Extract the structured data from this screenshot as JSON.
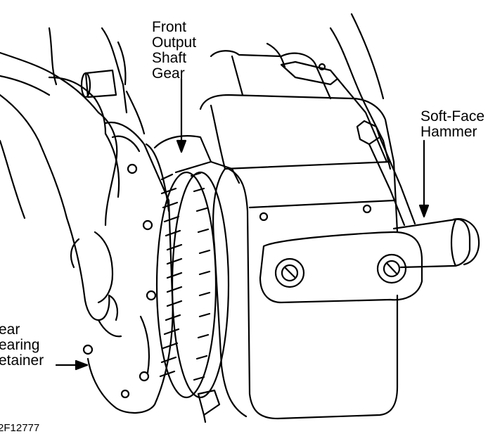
{
  "labels": {
    "front_output_shaft_gear": [
      "Front",
      "Output",
      "Shaft",
      "Gear"
    ],
    "soft_face_hammer": [
      "Soft-Face",
      "Hammer"
    ],
    "rear_bearing_retainer": [
      "ear",
      "earing",
      "etainer"
    ]
  },
  "figure_id": "2F12777",
  "colors": {
    "ink": "#000000",
    "paper": "#ffffff"
  }
}
